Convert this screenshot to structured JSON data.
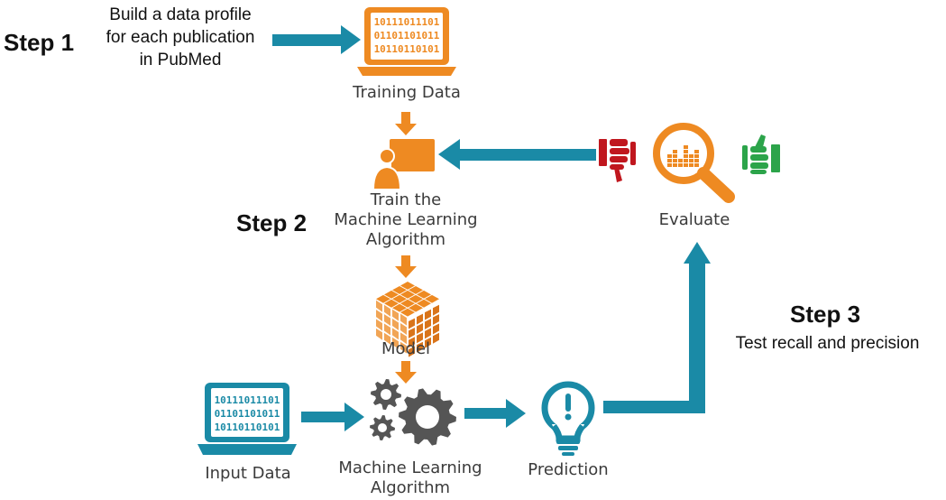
{
  "steps": {
    "step1": {
      "title": "Step 1",
      "desc": [
        "Build a data profile",
        "for each publication",
        "in PubMed"
      ]
    },
    "step2": {
      "title": "Step 2"
    },
    "step3": {
      "title": "Step 3",
      "desc": "Test recall and precision"
    }
  },
  "nodes": {
    "training_data": "Training Data",
    "train_algorithm": [
      "Train the",
      "Machine Learning",
      "Algorithm"
    ],
    "evaluate": "Evaluate",
    "model": "Model",
    "input_data": "Input Data",
    "ml_algorithm": [
      "Machine Learning",
      "Algorithm"
    ],
    "prediction": "Prediction"
  },
  "binary": {
    "training": [
      "10111011101",
      "01101101011",
      "10110110101"
    ],
    "input": [
      "10111011101",
      "01101101011",
      "10110110101"
    ]
  },
  "colors": {
    "orange": "#ee8a22",
    "teal": "#1a8aa6",
    "red": "#c0171e",
    "green": "#2ca44a",
    "gray": "#555555"
  }
}
